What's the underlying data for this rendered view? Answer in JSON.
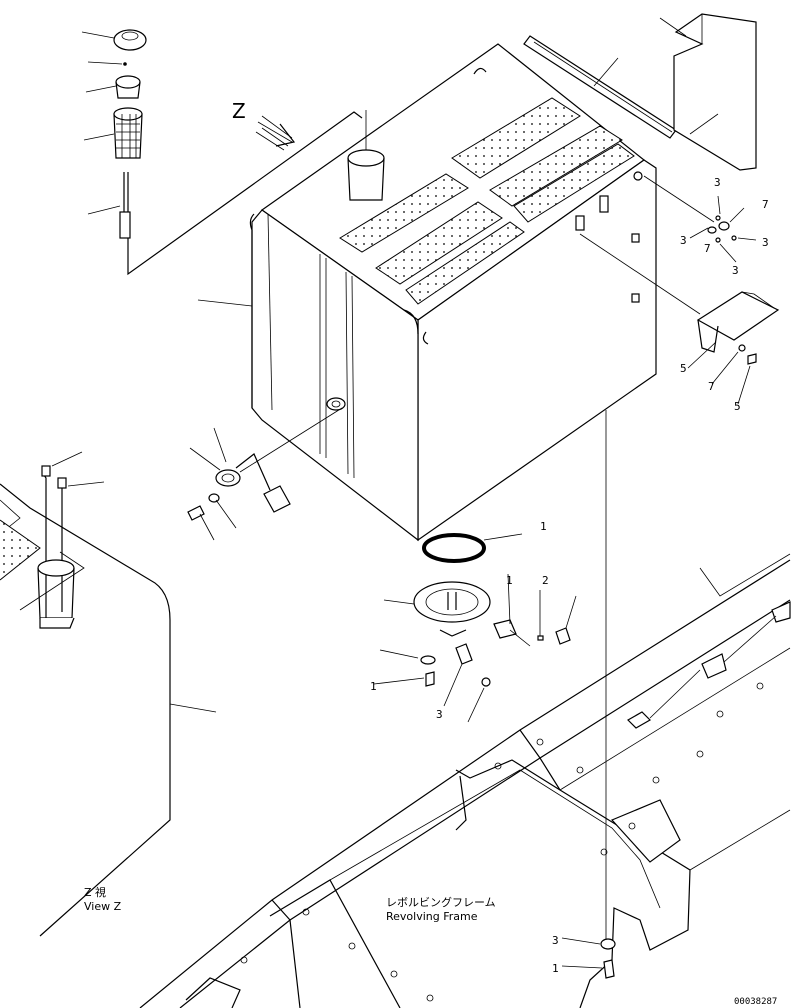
{
  "view": {
    "letter": "Z",
    "caption_jp": "Z 視",
    "caption_en": "View Z"
  },
  "frame": {
    "label_jp": "レボルビングフレーム",
    "label_en": "Revolving Frame"
  },
  "part_numbers": {
    "n1": "1",
    "n2": "2",
    "n3": "3",
    "n5": "5",
    "n7": "7"
  },
  "drawing_code": "00038287"
}
